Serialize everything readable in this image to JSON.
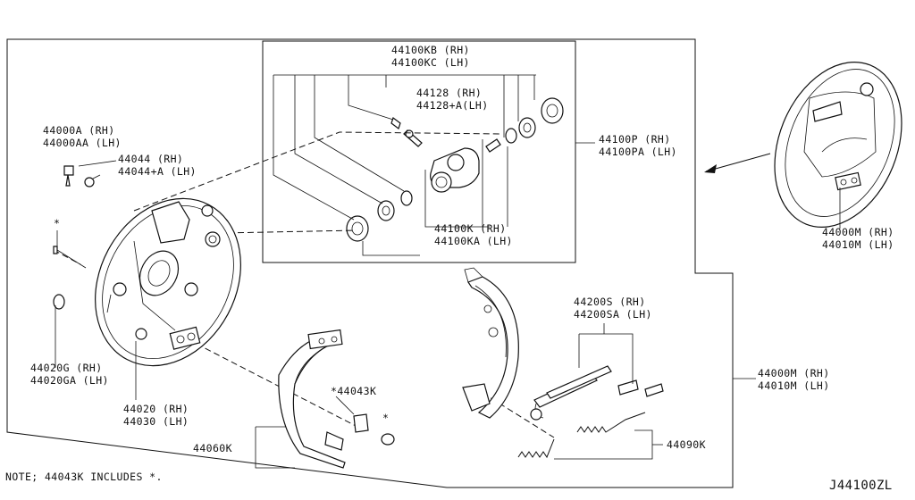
{
  "labels": {
    "wheel_cyl_a": "44100KB (RH)",
    "wheel_cyl_b": "44100KC (LH)",
    "bleeder_a": "44128  (RH)",
    "bleeder_b": "44128+A(LH)",
    "kit_a": "44100P  (RH)",
    "kit_b": "44100PA (LH)",
    "repair_a": "44100K  (RH)",
    "repair_b": "44100KA (LH)",
    "backplate_a": "44000A  (RH)",
    "backplate_b": "44000AA (LH)",
    "bolt_a": "44044    (RH)",
    "bolt_b": "44044+A (LH)",
    "star_bolt": "*",
    "plug_a": "44020G  (RH)",
    "plug_b": "44020GA (LH)",
    "plate_a": "44020 (RH)",
    "plate_b": "44030 (LH)",
    "shoe_kit": "*44043K",
    "star_pin": "*",
    "lining": "44060K",
    "adjuster_a": "44200S  (RH)",
    "adjuster_b": "44200SA (LH)",
    "spring": "44090K",
    "assy_a": "44000M (RH)",
    "assy_b": "44010M (LH)",
    "assy2_a": "44000M (RH)",
    "assy2_b": "44010M (LH)",
    "note": "NOTE; 44043K INCLUDES *.",
    "diagram_id": "J44100ZL"
  }
}
